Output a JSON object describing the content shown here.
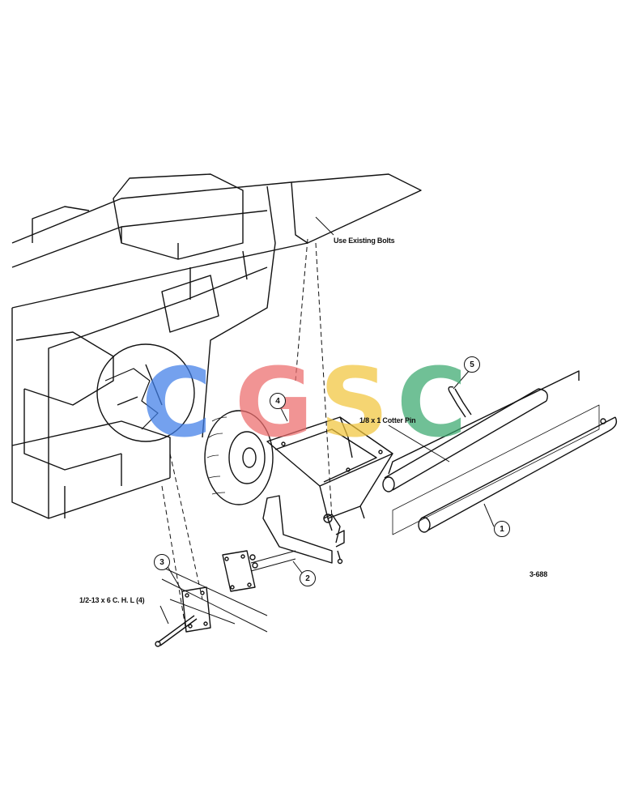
{
  "labels": {
    "use_existing_bolts": "Use Existing Bolts",
    "cotter_pin": "1/8 x 1 Cotter Pin",
    "bolt_spec": "1/2-13 x 6 C. H. L (4)",
    "figure_id": "3-688"
  },
  "callouts": [
    "1",
    "2",
    "3",
    "4",
    "5"
  ],
  "watermark": {
    "letters": [
      "C",
      "G",
      "S",
      "C"
    ],
    "colors": [
      "#3f7ee8",
      "#ec6b6b",
      "#f2c53d",
      "#3aa86e"
    ]
  },
  "colors": {
    "line": "#111111",
    "background": "#ffffff"
  }
}
